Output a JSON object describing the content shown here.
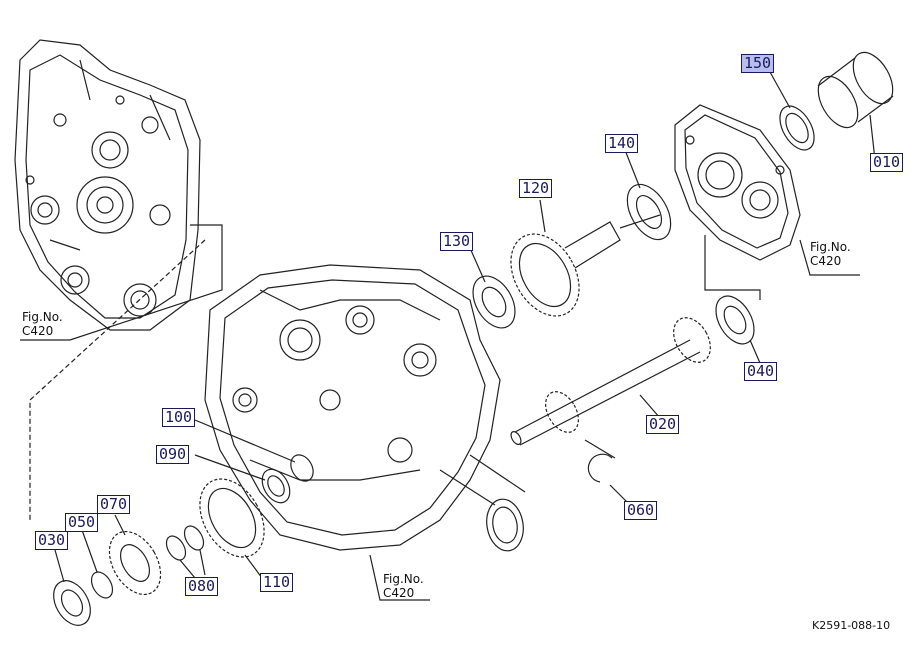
{
  "parts": [
    {
      "id": "010",
      "label": "010"
    },
    {
      "id": "020",
      "label": "020"
    },
    {
      "id": "030",
      "label": "030"
    },
    {
      "id": "040",
      "label": "040"
    },
    {
      "id": "050",
      "label": "050"
    },
    {
      "id": "060",
      "label": "060"
    },
    {
      "id": "070",
      "label": "070"
    },
    {
      "id": "080",
      "label": "080"
    },
    {
      "id": "090",
      "label": "090"
    },
    {
      "id": "100",
      "label": "100"
    },
    {
      "id": "110",
      "label": "110"
    },
    {
      "id": "120",
      "label": "120"
    },
    {
      "id": "130",
      "label": "130"
    },
    {
      "id": "140",
      "label": "140"
    },
    {
      "id": "150",
      "label": "150"
    }
  ],
  "figure_refs": {
    "top_left": {
      "line1": "Fig.No.",
      "line2": "C420"
    },
    "top_right": {
      "line1": "Fig.No.",
      "line2": "C420"
    },
    "bottom": {
      "line1": "Fig.No.",
      "line2": "C420"
    }
  },
  "diagram_code": "K2591-088-10",
  "highlight_color": "#b8bdf0",
  "ink_color": "#1a1a5a"
}
